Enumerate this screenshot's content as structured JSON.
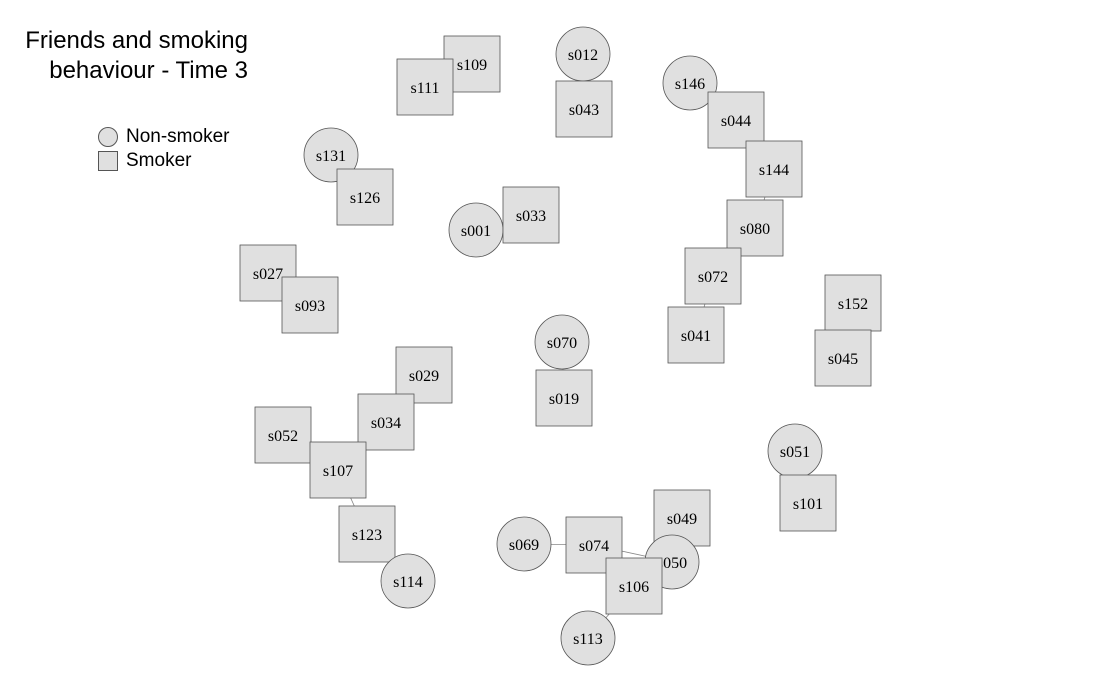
{
  "title_line1": "Friends and smoking",
  "title_line2": "behaviour - Time 3",
  "legend": {
    "circle_label": "Non-smoker",
    "square_label": "Smoker"
  },
  "colors": {
    "node_fill": "#e0e0e0",
    "node_stroke": "#555555",
    "edge": "#888888"
  },
  "nodes": [
    {
      "id": "s109",
      "shape": "square"
    },
    {
      "id": "s111",
      "shape": "square"
    },
    {
      "id": "s012",
      "shape": "circle"
    },
    {
      "id": "s043",
      "shape": "square"
    },
    {
      "id": "s146",
      "shape": "circle"
    },
    {
      "id": "s044",
      "shape": "square"
    },
    {
      "id": "s144",
      "shape": "square"
    },
    {
      "id": "s080",
      "shape": "square"
    },
    {
      "id": "s072",
      "shape": "square"
    },
    {
      "id": "s041",
      "shape": "square"
    },
    {
      "id": "s131",
      "shape": "circle"
    },
    {
      "id": "s126",
      "shape": "square"
    },
    {
      "id": "s001",
      "shape": "circle"
    },
    {
      "id": "s033",
      "shape": "square"
    },
    {
      "id": "s027",
      "shape": "square"
    },
    {
      "id": "s093",
      "shape": "square"
    },
    {
      "id": "s152",
      "shape": "square"
    },
    {
      "id": "s045",
      "shape": "square"
    },
    {
      "id": "s070",
      "shape": "circle"
    },
    {
      "id": "s019",
      "shape": "square"
    },
    {
      "id": "s029",
      "shape": "square"
    },
    {
      "id": "s034",
      "shape": "square"
    },
    {
      "id": "s052",
      "shape": "square"
    },
    {
      "id": "s107",
      "shape": "square"
    },
    {
      "id": "s123",
      "shape": "square"
    },
    {
      "id": "s114",
      "shape": "circle"
    },
    {
      "id": "s051",
      "shape": "circle"
    },
    {
      "id": "s101",
      "shape": "square"
    },
    {
      "id": "s069",
      "shape": "circle"
    },
    {
      "id": "s074",
      "shape": "square"
    },
    {
      "id": "s049",
      "shape": "square"
    },
    {
      "id": "s050",
      "shape": "circle"
    },
    {
      "id": "s106",
      "shape": "square"
    },
    {
      "id": "s113",
      "shape": "circle"
    }
  ],
  "edges": [
    [
      "s109",
      "s111"
    ],
    [
      "s012",
      "s043"
    ],
    [
      "s146",
      "s044"
    ],
    [
      "s044",
      "s144"
    ],
    [
      "s144",
      "s080"
    ],
    [
      "s080",
      "s072"
    ],
    [
      "s072",
      "s041"
    ],
    [
      "s131",
      "s126"
    ],
    [
      "s001",
      "s033"
    ],
    [
      "s027",
      "s093"
    ],
    [
      "s152",
      "s045"
    ],
    [
      "s070",
      "s019"
    ],
    [
      "s029",
      "s034"
    ],
    [
      "s034",
      "s107"
    ],
    [
      "s052",
      "s107"
    ],
    [
      "s107",
      "s123"
    ],
    [
      "s123",
      "s114"
    ],
    [
      "s051",
      "s101"
    ],
    [
      "s069",
      "s074"
    ],
    [
      "s074",
      "s050"
    ],
    [
      "s074",
      "s106"
    ],
    [
      "s049",
      "s050"
    ],
    [
      "s050",
      "s106"
    ],
    [
      "s106",
      "s113"
    ]
  ]
}
